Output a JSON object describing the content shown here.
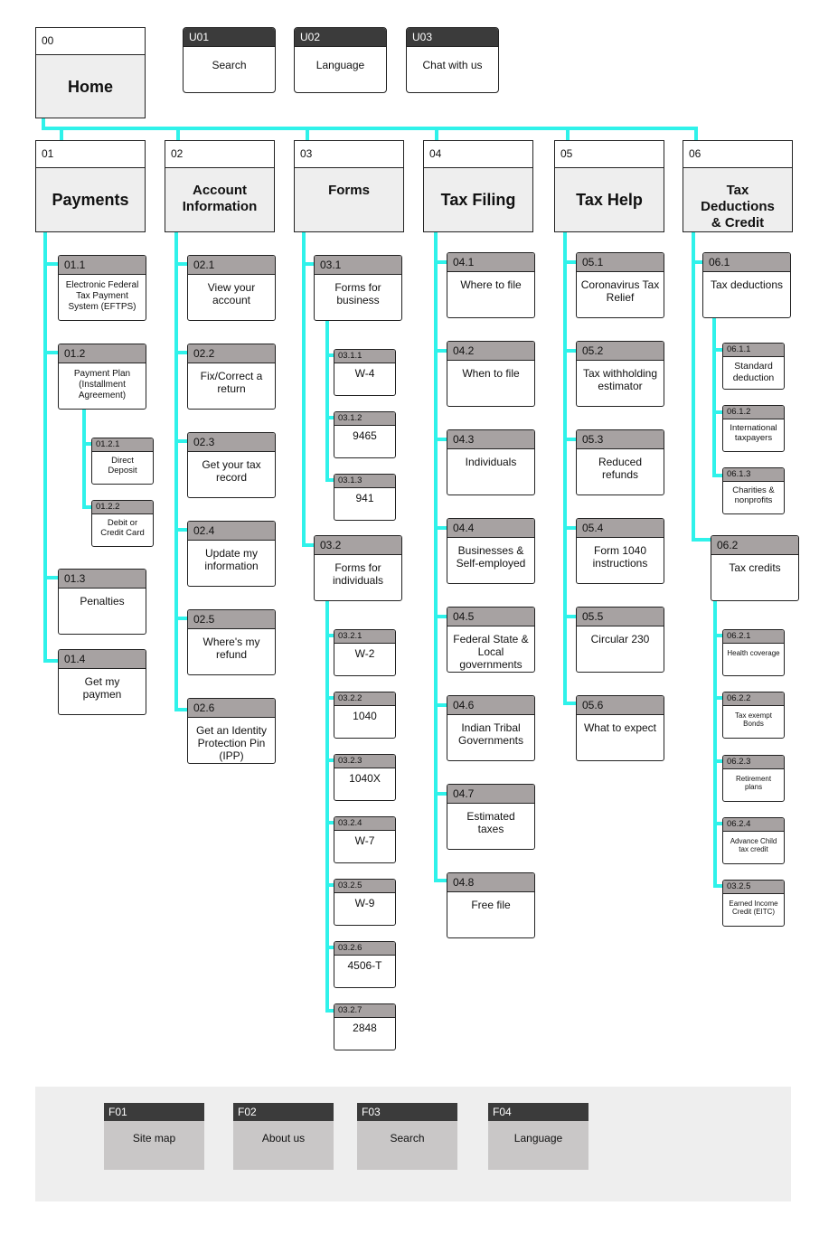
{
  "home": {
    "code": "00",
    "label": "Home"
  },
  "utility": [
    {
      "code": "U01",
      "label": "Search"
    },
    {
      "code": "U02",
      "label": "Language"
    },
    {
      "code": "U03",
      "label": "Chat with us"
    }
  ],
  "sections": [
    {
      "code": "01",
      "label": "Payments",
      "children": [
        {
          "code": "01.1",
          "label": "Electronic Federal Tax Payment System (EFTPS)"
        },
        {
          "code": "01.2",
          "label": "Payment Plan (Installment Agreement)",
          "children": [
            {
              "code": "01.2.1",
              "label": "Direct Deposit"
            },
            {
              "code": "01.2.2",
              "label": "Debit or Credit Card"
            }
          ]
        },
        {
          "code": "01.3",
          "label": "Penalties"
        },
        {
          "code": "01.4",
          "label": "Get my paymen"
        }
      ]
    },
    {
      "code": "02",
      "label": "Account Information",
      "children": [
        {
          "code": "02.1",
          "label": "View your account"
        },
        {
          "code": "02.2",
          "label": "Fix/Correct a return"
        },
        {
          "code": "02.3",
          "label": "Get your tax record"
        },
        {
          "code": "02.4",
          "label": "Update my information"
        },
        {
          "code": "02.5",
          "label": "Where's my refund"
        },
        {
          "code": "02.6",
          "label": "Get an Identity Protection Pin (IPP)"
        }
      ]
    },
    {
      "code": "03",
      "label": "Forms",
      "children": [
        {
          "code": "03.1",
          "label": "Forms for business",
          "children": [
            {
              "code": "03.1.1",
              "label": "W-4"
            },
            {
              "code": "03.1.2",
              "label": "9465"
            },
            {
              "code": "03.1.3",
              "label": "941"
            }
          ]
        },
        {
          "code": "03.2",
          "label": "Forms for individuals",
          "children": [
            {
              "code": "03.2.1",
              "label": "W-2"
            },
            {
              "code": "03.2.2",
              "label": "1040"
            },
            {
              "code": "03.2.3",
              "label": "1040X"
            },
            {
              "code": "03.2.4",
              "label": "W-7"
            },
            {
              "code": "03.2.5",
              "label": "W-9"
            },
            {
              "code": "03.2.6",
              "label": "4506-T"
            },
            {
              "code": "03.2.7",
              "label": "2848"
            }
          ]
        }
      ]
    },
    {
      "code": "04",
      "label": "Tax Filing",
      "children": [
        {
          "code": "04.1",
          "label": "Where to file"
        },
        {
          "code": "04.2",
          "label": "When to file"
        },
        {
          "code": "04.3",
          "label": "Individuals"
        },
        {
          "code": "04.4",
          "label": "Businesses & Self-employed"
        },
        {
          "code": "04.5",
          "label": "Federal State & Local governments"
        },
        {
          "code": "04.6",
          "label": "Indian Tribal Governments"
        },
        {
          "code": "04.7",
          "label": "Estimated taxes"
        },
        {
          "code": "04.8",
          "label": "Free file"
        }
      ]
    },
    {
      "code": "05",
      "label": "Tax Help",
      "children": [
        {
          "code": "05.1",
          "label": "Coronavirus Tax Relief"
        },
        {
          "code": "05.2",
          "label": "Tax withholding estimator"
        },
        {
          "code": "05.3",
          "label": "Reduced refunds"
        },
        {
          "code": "05.4",
          "label": "Form 1040 instructions"
        },
        {
          "code": "05.5",
          "label": "Circular 230"
        },
        {
          "code": "05.6",
          "label": "What to expect"
        }
      ]
    },
    {
      "code": "06",
      "label": "Tax Deductions & Credit",
      "children": [
        {
          "code": "06.1",
          "label": "Tax deductions",
          "children": [
            {
              "code": "06.1.1",
              "label": "Standard deduction"
            },
            {
              "code": "06.1.2",
              "label": "International taxpayers"
            },
            {
              "code": "06.1.3",
              "label": "Charities & nonprofits"
            }
          ]
        },
        {
          "code": "06.2",
          "label": "Tax credits",
          "children": [
            {
              "code": "06.2.1",
              "label": "Health coverage"
            },
            {
              "code": "06.2.2",
              "label": "Tax exempt Bonds"
            },
            {
              "code": "06.2.3",
              "label": "Retirement plans"
            },
            {
              "code": "06.2.4",
              "label": "Advance Child tax credit"
            },
            {
              "code": "03.2.5",
              "label": "Earned Income Credit (EITC)"
            }
          ]
        }
      ]
    }
  ],
  "footer": [
    {
      "code": "F01",
      "label": "Site map"
    },
    {
      "code": "F02",
      "label": "About us"
    },
    {
      "code": "F03",
      "label": "Search"
    },
    {
      "code": "F04",
      "label": "Language"
    }
  ],
  "colors": {
    "connector": "#2ff2ea",
    "header_gray": "#a7a2a2",
    "header_dark": "#3b3b3b",
    "panel": "#eeeeee"
  }
}
